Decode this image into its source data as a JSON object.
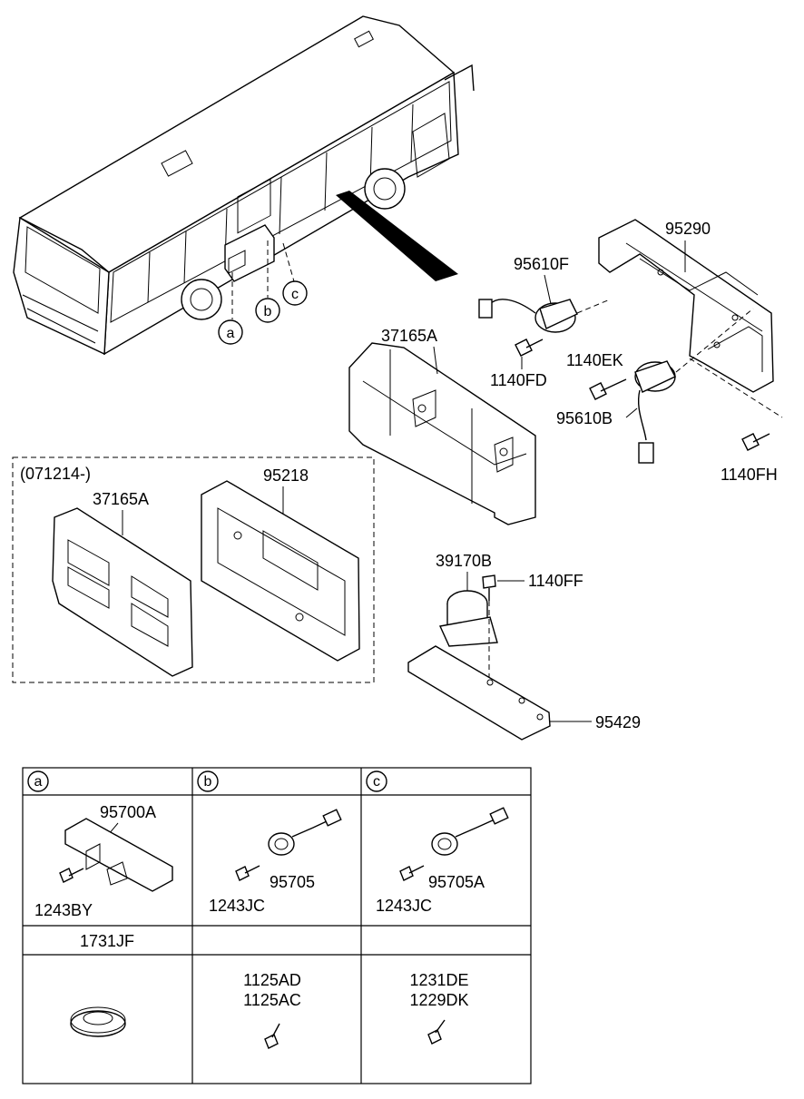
{
  "callouts": {
    "bus_a": "a",
    "bus_b": "b",
    "bus_c": "c"
  },
  "parts": {
    "p95290": "95290",
    "p95610F": "95610F",
    "p37165A_main": "37165A",
    "p1140FD": "1140FD",
    "p1140EK": "1140EK",
    "p95610B": "95610B",
    "p1140FH": "1140FH",
    "p39170B": "39170B",
    "p1140FF": "1140FF",
    "p95429": "95429"
  },
  "variant_box": {
    "date_code": "(071214-)",
    "p37165A": "37165A",
    "p95218": "95218"
  },
  "table": {
    "headers": [
      "a",
      "b",
      "c"
    ],
    "row1": [
      {
        "main": "95700A",
        "screw": "1243BY"
      },
      {
        "main": "95705",
        "screw": "1243JC"
      },
      {
        "main": "95705A",
        "screw": "1243JC"
      }
    ],
    "row2_header": [
      "1731JF",
      "",
      ""
    ],
    "row2": [
      {
        "line1": "",
        "line2": ""
      },
      {
        "line1": "1125AD",
        "line2": "1125AC"
      },
      {
        "line1": "1231DE",
        "line2": "1229DK"
      }
    ]
  }
}
